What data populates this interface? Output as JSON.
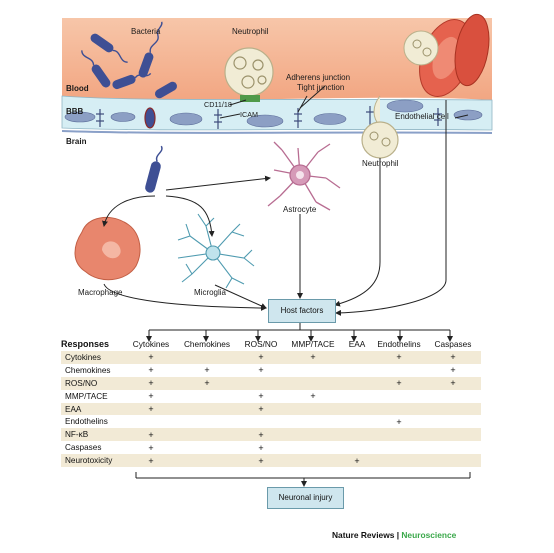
{
  "labels": {
    "bacteria": "Bacteria",
    "neutrophil_top": "Neutrophil",
    "blood": "Blood",
    "bbb": "BBB",
    "brain": "Brain",
    "adherens": "Adherens junction",
    "tight": "Tight junction",
    "cd11": "CD11/18",
    "icam": "ICAM",
    "endothelial": "Endothelial cell",
    "neutrophil_brain": "Neutrophil",
    "astrocyte": "Astrocyte",
    "macrophage": "Macrophage",
    "microglia": "Microglia",
    "host_factors": "Host factors",
    "neuronal_injury": "Neuronal injury"
  },
  "table": {
    "corner": "Responses",
    "columns": [
      "Cytokines",
      "Chemokines",
      "ROS/NO",
      "MMP/TACE",
      "EAA",
      "Endothelins",
      "Caspases"
    ],
    "rows": [
      {
        "label": "Cytokines",
        "cells": [
          "+",
          "",
          "+",
          "+",
          "",
          "+",
          "+"
        ]
      },
      {
        "label": "Chemokines",
        "cells": [
          "+",
          "+",
          "+",
          "",
          "",
          "",
          "+"
        ]
      },
      {
        "label": "ROS/NO",
        "cells": [
          "+",
          "+",
          "",
          "",
          "",
          "+",
          "+"
        ]
      },
      {
        "label": "MMP/TACE",
        "cells": [
          "+",
          "",
          "+",
          "+",
          "",
          "",
          ""
        ]
      },
      {
        "label": "EAA",
        "cells": [
          "+",
          "",
          "+",
          "",
          "",
          "",
          ""
        ]
      },
      {
        "label": "Endothelins",
        "cells": [
          "",
          "",
          "",
          "",
          "",
          "+",
          ""
        ]
      },
      {
        "label": "NF-κB",
        "cells": [
          "+",
          "",
          "+",
          "",
          "",
          "",
          ""
        ]
      },
      {
        "label": "Caspases",
        "cells": [
          "+",
          "",
          "+",
          "",
          "",
          "",
          ""
        ]
      },
      {
        "label": "Neurotoxicity",
        "cells": [
          "+",
          "",
          "+",
          "",
          "+",
          "",
          ""
        ]
      }
    ]
  },
  "credit": {
    "journal": "Nature Reviews",
    "separator": " | ",
    "section": "Neuroscience"
  },
  "colors": {
    "blood": "#f4b493",
    "endothelium": "#d5ecf2",
    "endo_nucleus": "#8c9fc4",
    "bacteria": "#3e4f94",
    "astrocyte": "#d69ab8",
    "macrophage": "#e8866d",
    "rbc": "#e5624e",
    "neutrophil": "#f1ecd5",
    "table_band": "#f2ead6",
    "box": "#cfe6ee",
    "accent": "#3aa84a"
  }
}
